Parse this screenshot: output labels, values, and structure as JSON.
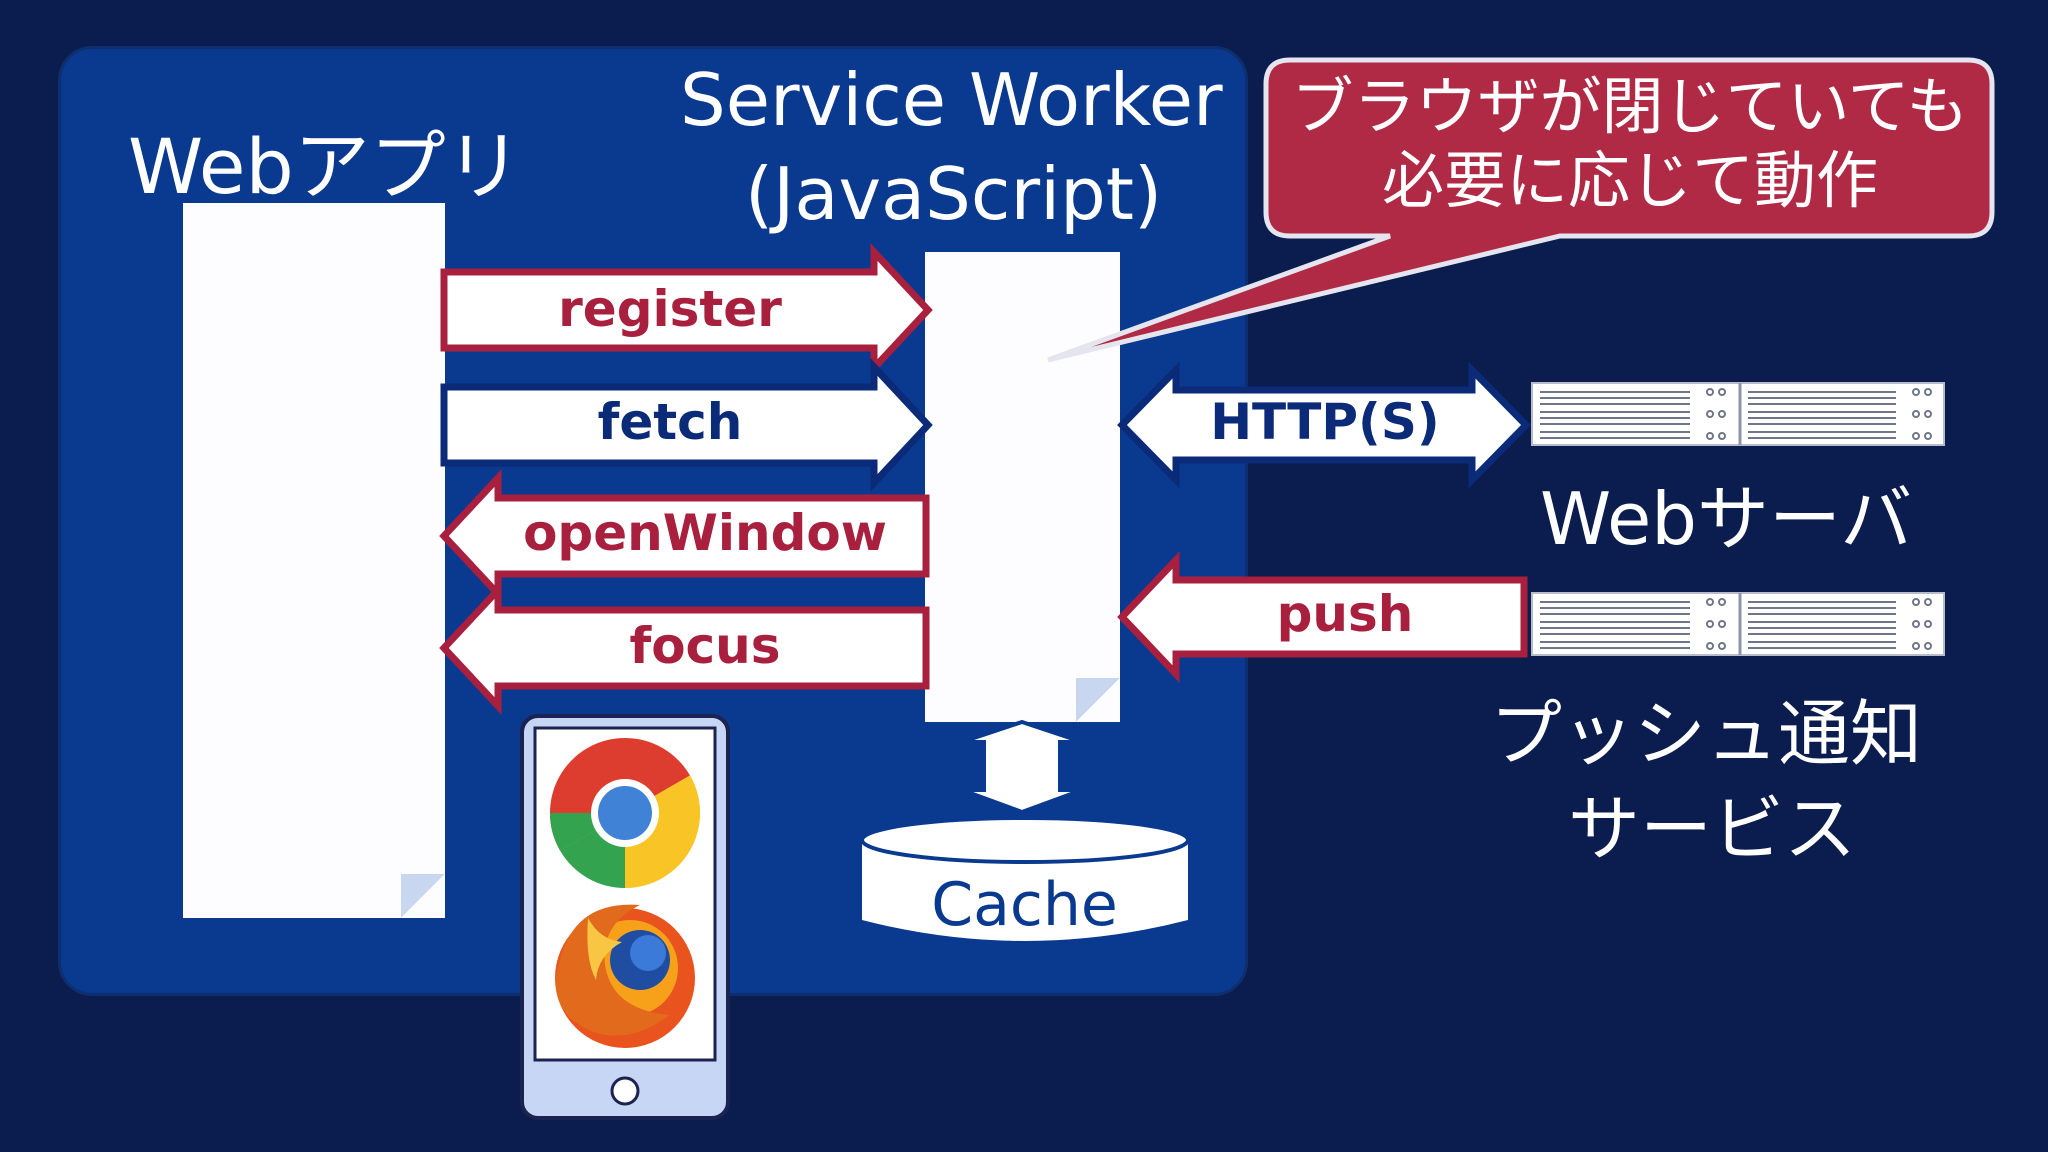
{
  "webapp": {
    "title": "Webアプリ"
  },
  "service_worker": {
    "title_line1": "Service Worker",
    "title_line2": "(JavaScript)"
  },
  "callout": {
    "line1": "ブラウザが閉じていても",
    "line2": "必要に応じて動作"
  },
  "arrows": {
    "register": "register",
    "fetch": "fetch",
    "open_window": "openWindow",
    "focus": "focus",
    "http": "HTTP(S)",
    "push": "push"
  },
  "web_server": {
    "label": "Webサーバ"
  },
  "push_service": {
    "line1": "プッシュ通知",
    "line2": "サービス"
  },
  "cache": {
    "label": "Cache"
  },
  "browser_icons": [
    "chrome-logo",
    "firefox-logo"
  ],
  "colors": {
    "background": "#0a1d4e",
    "panel": "#0a3a8f",
    "accent_red": "#a8203d",
    "callout_red": "#b02a45",
    "arrow_navy": "#0b2a78"
  }
}
